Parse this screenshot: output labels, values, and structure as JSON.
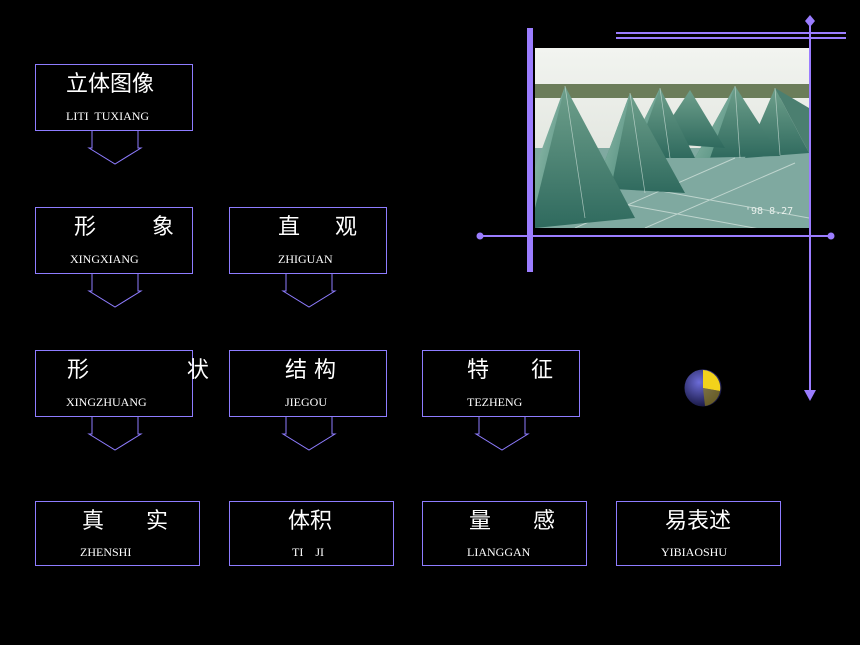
{
  "boxes": [
    {
      "zh": "立体图像",
      "py": "LITI  TUXIANG"
    },
    {
      "zh": "形        象",
      "py": "XINGXIANG"
    },
    {
      "zh": "直     观",
      "py": "ZHIGUAN"
    },
    {
      "zh": "形              状",
      "py": "XINGZHUANG"
    },
    {
      "zh": "结 构",
      "py": "JIEGOU"
    },
    {
      "zh": "特      征",
      "py": "TEZHENG"
    },
    {
      "zh": "真      实",
      "py": "ZHENSHI"
    },
    {
      "zh": "体积",
      "py": "TI    JI"
    },
    {
      "zh": "量      感",
      "py": "LIANGGAN"
    },
    {
      "zh": "易表述",
      "py": "YIBIAOSHU"
    }
  ],
  "colors": {
    "background": "#000000",
    "box_border": "#8e7cff",
    "accent": "#9b7dff",
    "text": "#ffffff"
  },
  "photo": {
    "subject": "glass pyramid roofs",
    "date_stamp": "'98 8.27"
  },
  "icons": {
    "arrow": "down-arrow-icon",
    "ball": "sphere-icon"
  }
}
